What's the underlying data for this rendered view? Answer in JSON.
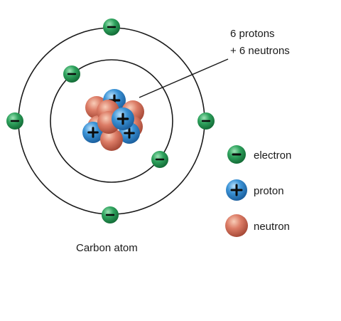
{
  "diagram": {
    "caption": "Carbon atom",
    "nucleus_label": [
      "6 protons",
      "+ 6 neutrons"
    ],
    "counts": {
      "protons": 6,
      "neutrons": 6,
      "electrons": 6
    },
    "shells": [
      {
        "name": "inner",
        "electrons": 2
      },
      {
        "name": "outer",
        "electrons": 4
      }
    ]
  },
  "legend": [
    {
      "key": "electron",
      "label": "electron",
      "sign": "minus",
      "color": "#1f8f4a"
    },
    {
      "key": "proton",
      "label": "proton",
      "sign": "plus",
      "color": "#2a82c8"
    },
    {
      "key": "neutron",
      "label": "neutron",
      "sign": "none",
      "color": "#d4705a"
    }
  ]
}
